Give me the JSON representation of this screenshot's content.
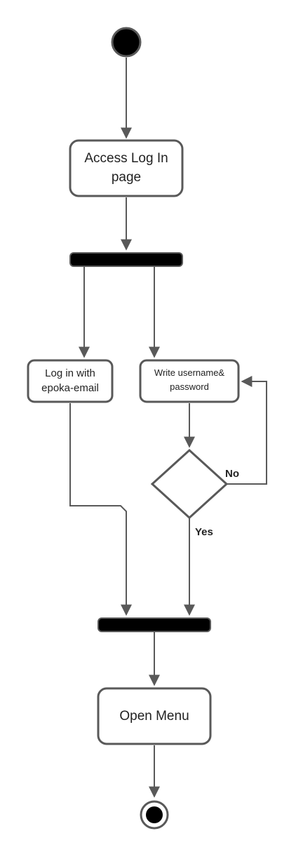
{
  "diagram": {
    "type": "uml-activity",
    "colors": {
      "stroke": "#595959",
      "fill": "#ffffff",
      "bar": "#000000",
      "text": "#222222"
    },
    "nodes": {
      "access": {
        "line1": "Access Log In",
        "line2": "page"
      },
      "epoka": {
        "line1": "Log in with",
        "line2": "epoka-email"
      },
      "write": {
        "line1": "Write username&",
        "line2": "password"
      },
      "menu": {
        "label": "Open Menu"
      }
    },
    "edges": {
      "no_label": "No",
      "yes_label": "Yes"
    }
  }
}
